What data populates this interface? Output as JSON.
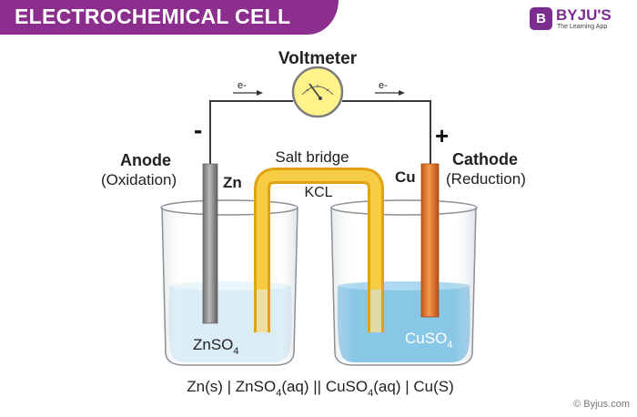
{
  "header": {
    "title": "ELECTROCHEMICAL CELL"
  },
  "logo": {
    "mark": "B",
    "name": "BYJU'S",
    "tagline": "The Learning App"
  },
  "diagram": {
    "voltmeter": "Voltmeter",
    "electron_left": "e-",
    "electron_right": "e-",
    "minus_sign": "-",
    "plus_sign": "+",
    "anode": {
      "title": "Anode",
      "process": "(Oxidation)",
      "metal": "Zn"
    },
    "cathode": {
      "title": "Cathode",
      "process": "(Reduction)",
      "metal": "Cu"
    },
    "salt_bridge": {
      "label": "Salt bridge",
      "electrolyte": "KCL"
    },
    "left_solution": {
      "base": "ZnSO",
      "sub": "4"
    },
    "right_solution": {
      "base": "CuSO",
      "sub": "4"
    },
    "cell_notation": {
      "p1": "Zn(s) |  ZnSO",
      "s1": "4",
      "p2": "(aq) || CuSO",
      "s2": "4",
      "p3": "(aq) | Cu(S)"
    },
    "colors": {
      "zinc": "#8e8e8e",
      "copper": "#e27a2c",
      "salt_bridge": "#f2b81c",
      "znso4_solution": "#d7ecf6",
      "cuso4_solution": "#7cc1e4",
      "voltmeter": "#fff28a"
    }
  },
  "footer": {
    "copyright": "© Byjus.com"
  }
}
